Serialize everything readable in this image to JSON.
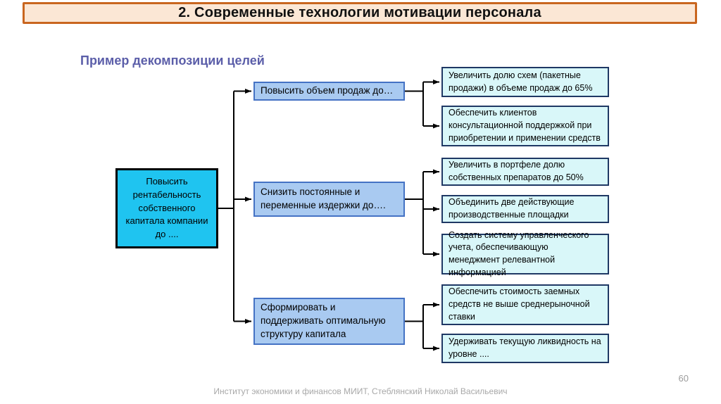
{
  "page": {
    "title": "2. Современные технологии мотивации персонала",
    "subtitle": "Пример декомпозиции целей",
    "footer": "Институт экономики и финансов МИИТ, Стеблянский Николай Васильевич",
    "page_number": "60"
  },
  "colors": {
    "title_bg": "#FBE7D5",
    "title_border": "#C9661F",
    "subtitle_text": "#5B5EA9",
    "root_fill": "#1FC4F0",
    "root_border": "#000000",
    "mid_fill": "#A9CAF1",
    "mid_border": "#4472C4",
    "leaf_fill": "#D9F7F9",
    "leaf_border": "#1F3864",
    "connector": "#000000",
    "footer_text": "#A8A8A8"
  },
  "diagram": {
    "root": {
      "text": "Повысить рентабельность собственного капитала компании до ...."
    },
    "mid": [
      {
        "text": "Повысить объем продаж до…"
      },
      {
        "text": "Снизить постоянные и переменные издержки до…."
      },
      {
        "text": "Сформировать и поддерживать оптимальную структуру капитала"
      }
    ],
    "leaf": [
      {
        "text": "Увеличить долю схем (пакетные продажи) в объеме продаж до 65%"
      },
      {
        "text": "Обеспечить клиентов консультационной поддержкой при приобретении и применении средств"
      },
      {
        "text": "Увеличить в портфеле долю собственных препаратов до 50%"
      },
      {
        "text": "Объединить две действующие производственные площадки"
      },
      {
        "text": "Создать систему управленческого учета, обеспечивающую менеджмент релевантной информацией"
      },
      {
        "text": "Обеспечить стоимость заемных средств не выше среднерыночной ставки"
      },
      {
        "text": "Удерживать текущую ликвидность на уровне ...."
      }
    ]
  }
}
